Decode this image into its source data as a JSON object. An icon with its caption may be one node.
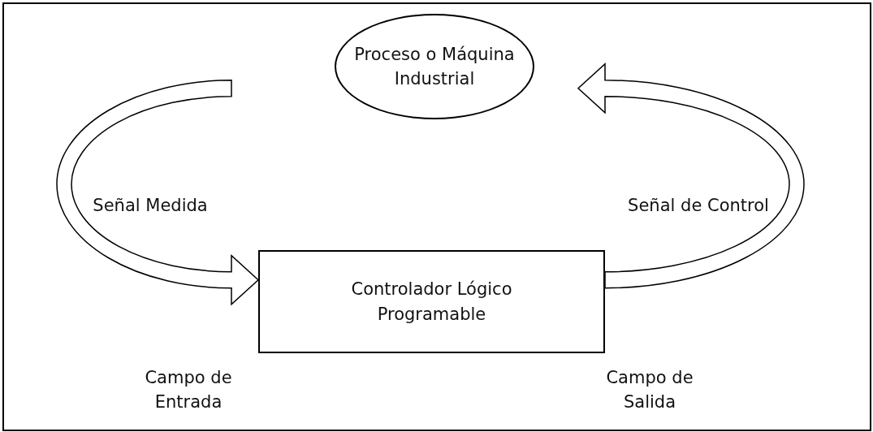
{
  "diagram": {
    "nodes": [
      {
        "text": [
          "Proceso o Máquina Industrial"
        ]
      },
      {
        "text": [
          "Controlador Lógico Programable"
        ]
      }
    ],
    "edges": [
      {
        "from": 0,
        "to": 1,
        "arrow": "to",
        "label": "Señal Medida"
      },
      {
        "from": 1,
        "to": 0,
        "arrow": "to",
        "label": "Señal de Control"
      }
    ],
    "labels": [
      "Campo de Entrada",
      "Campo de Salida"
    ]
  }
}
